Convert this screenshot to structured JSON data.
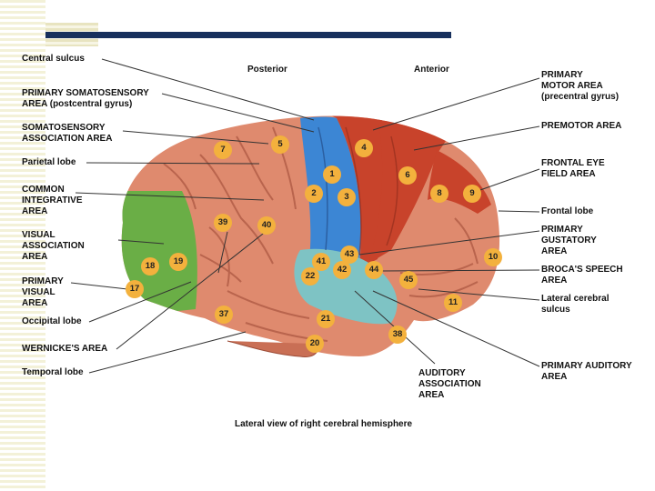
{
  "slide": {
    "header_posterior": "Posterior",
    "header_anterior": "Anterior",
    "caption": "Lateral view of right cerebral hemisphere"
  },
  "labels_left": {
    "central_sulcus": "Central sulcus",
    "primary_somatosensory_1": "PRIMARY SOMATOSENSORY",
    "primary_somatosensory_2": "AREA (postcentral gyrus)",
    "somatosensory_assoc_1": "SOMATOSENSORY",
    "somatosensory_assoc_2": "ASSOCIATION AREA",
    "parietal_lobe": "Parietal lobe",
    "common_integrative_1": "COMMON",
    "common_integrative_2": "INTEGRATIVE",
    "common_integrative_3": "AREA",
    "visual_assoc_1": "VISUAL",
    "visual_assoc_2": "ASSOCIATION",
    "visual_assoc_3": "AREA",
    "primary_visual_1": "PRIMARY",
    "primary_visual_2": "VISUAL",
    "primary_visual_3": "AREA",
    "occipital_lobe": "Occipital lobe",
    "wernickes_area": "WERNICKE'S AREA",
    "temporal_lobe": "Temporal lobe"
  },
  "labels_right": {
    "primary_motor_1": "PRIMARY",
    "primary_motor_2": "MOTOR AREA",
    "primary_motor_3": "(precentral gyrus)",
    "premotor": "PREMOTOR AREA",
    "frontal_eye_1": "FRONTAL EYE",
    "frontal_eye_2": "FIELD AREA",
    "frontal_lobe": "Frontal lobe",
    "primary_gustatory_1": "PRIMARY",
    "primary_gustatory_2": "GUSTATORY",
    "primary_gustatory_3": "AREA",
    "brocas_1": "BROCA'S SPEECH",
    "brocas_2": "AREA",
    "lateral_sulcus_1": "Lateral cerebral",
    "lateral_sulcus_2": "sulcus",
    "primary_auditory_1": "PRIMARY AUDITORY",
    "primary_auditory_2": "AREA"
  },
  "labels_bottom": {
    "auditory_assoc_1": "AUDITORY",
    "auditory_assoc_2": "ASSOCIATION",
    "auditory_assoc_3": "AREA"
  },
  "brodmann_numbers": [
    "7",
    "5",
    "4",
    "6",
    "1",
    "2",
    "3",
    "8",
    "9",
    "39",
    "40",
    "43",
    "41",
    "42",
    "44",
    "22",
    "45",
    "10",
    "11",
    "18",
    "19",
    "17",
    "37",
    "21",
    "20",
    "38"
  ],
  "colors": {
    "motor_red": "#c8432b",
    "somatosensory_blue": "#3c86d4",
    "visual_green": "#6aae46",
    "auditory_teal": "#7ec3c4",
    "brain_pink": "#df8a6e",
    "badge_orange": "#f3b13d",
    "title_bar_navy": "#17305d"
  }
}
